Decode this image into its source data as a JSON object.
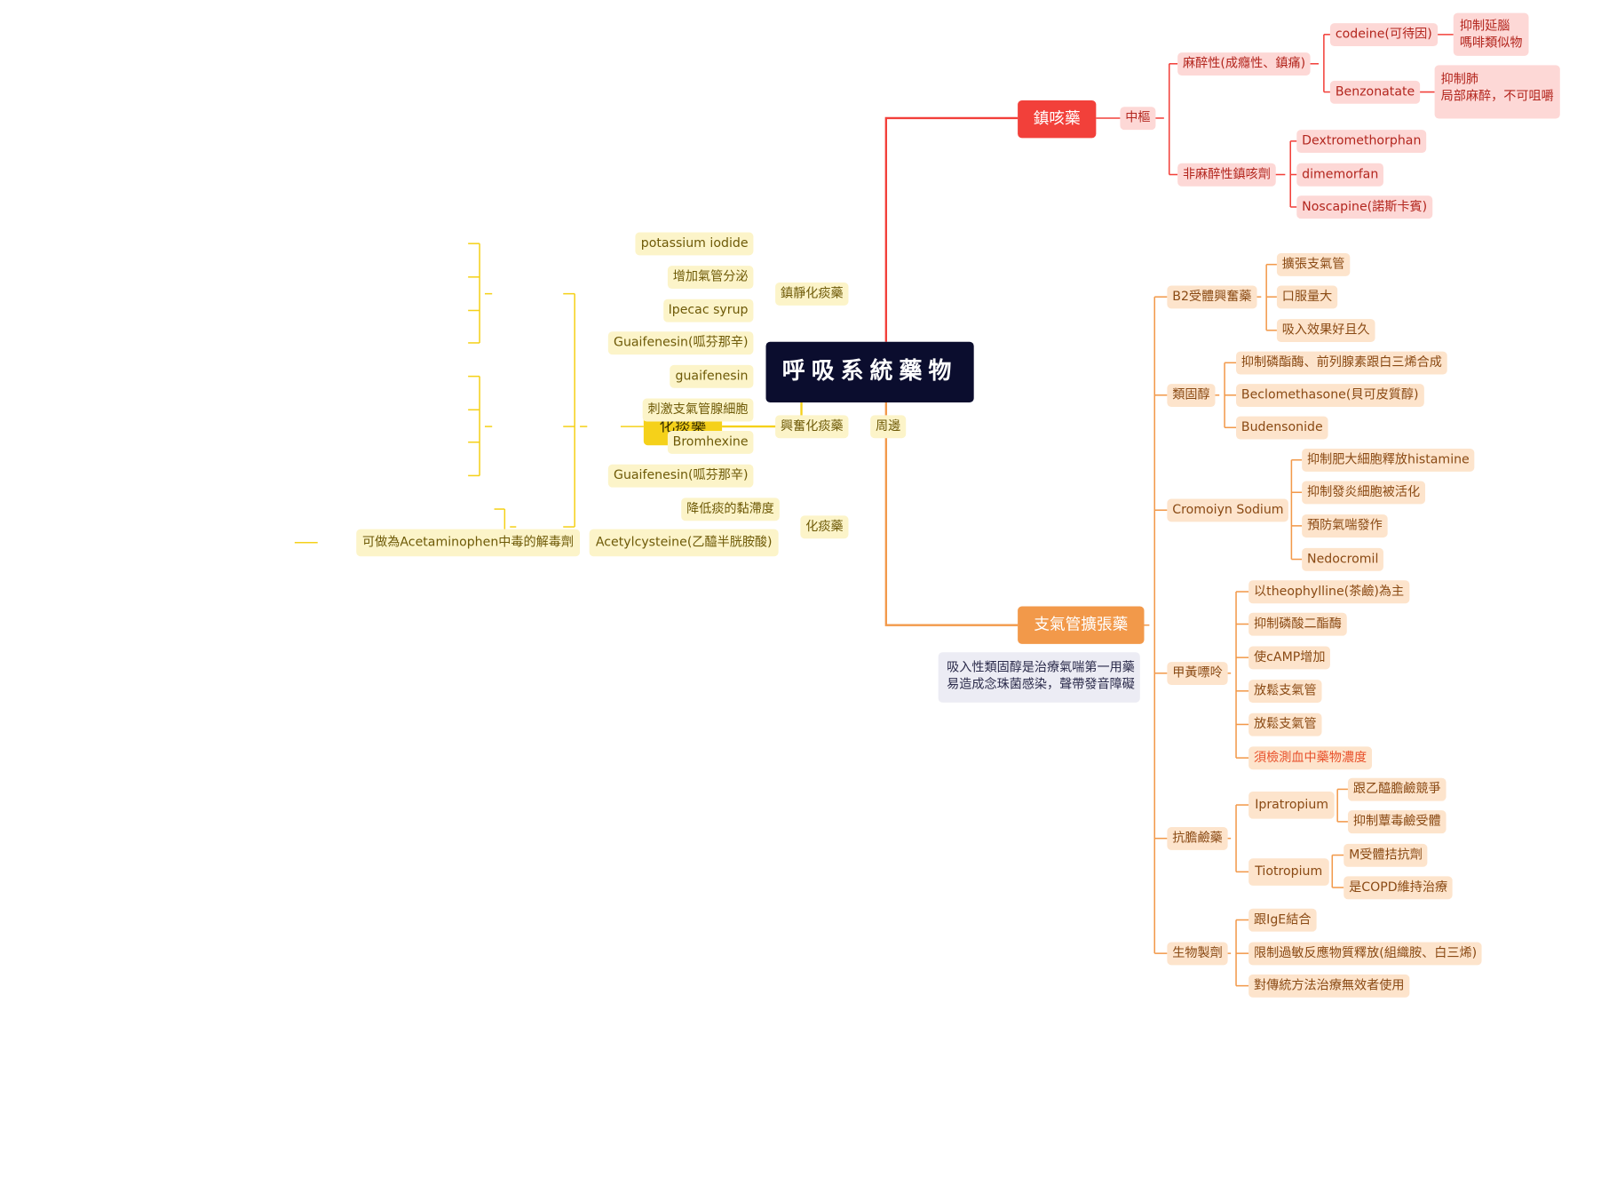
{
  "colors": {
    "red": "#f2403a",
    "orange": "#f2994a",
    "yellow": "#f5d11a",
    "root": "#0b0d2e",
    "highlight_text": "#e8502a"
  },
  "root": "呼吸系統藥物",
  "antitussive": {
    "title": "鎮咳藥",
    "central": "中樞",
    "narcotic": "麻醉性(成癮性、鎮痛)",
    "codeine": "codeine(可待因)",
    "codeine_note": [
      "抑制延腦",
      "嗎啡類似物"
    ],
    "benzonatate": "Benzonatate",
    "benzonatate_note": [
      "抑制肺",
      "局部麻醉，不可咀嚼"
    ],
    "non_narcotic": "非麻醉性鎮咳劑",
    "nn_items": [
      "Dextromethorphan",
      "dimemorfan",
      "Noscapine(諾斯卡賓)"
    ]
  },
  "bronchodilator": {
    "title": "支氣管擴張藥",
    "note": [
      "吸入性類固醇是治療氣喘第一用藥",
      "易造成念珠菌感染，聲帶發音障礙"
    ],
    "b2": {
      "label": "B2受體興奮藥",
      "items": [
        "擴張支氣管",
        "口服量大",
        "吸入效果好且久"
      ]
    },
    "steroid": {
      "label": "類固醇",
      "items": [
        "抑制磷酯酶、前列腺素跟白三烯合成",
        "Beclomethasone(貝可皮質醇)",
        "Budensonide"
      ]
    },
    "cromolyn": {
      "label": "Cromoiyn Sodium",
      "items": [
        "抑制肥大細胞釋放histamine",
        "抑制發炎細胞被活化",
        "預防氣喘發作",
        "Nedocromil"
      ]
    },
    "xanthine": {
      "label": "甲黃嘌呤",
      "items": [
        "以theophylline(茶鹼)為主",
        "抑制磷酸二酯酶",
        "使cAMP增加",
        "放鬆支氣管",
        "放鬆支氣管",
        "須檢測血中藥物濃度"
      ]
    },
    "anticholinergic": {
      "label": "抗膽鹼藥",
      "ipratropium": "Ipratropium",
      "ipratropium_items": [
        "跟乙醯膽鹼競爭",
        "抑制蕈毒鹼受體"
      ],
      "tiotropium": "Tiotropium",
      "tiotropium_items": [
        "M受體拮抗劑",
        "是COPD維持治療"
      ]
    },
    "biologic": {
      "label": "生物製劑",
      "items": [
        "跟IgE結合",
        "限制過敏反應物質釋放(組織胺、白三烯)",
        "對傳統方法治療無效者使用"
      ]
    }
  },
  "expectorant": {
    "title": "化痰藥",
    "peripheral": "周邊",
    "sedative": {
      "label": "鎮靜化痰藥",
      "items": [
        "potassium iodide",
        "增加氣管分泌",
        "Ipecac syrup",
        "Guaifenesin(呱芬那辛)"
      ]
    },
    "stimulant": {
      "label": "興奮化痰藥",
      "items": [
        "guaifenesin",
        "刺激支氣管腺細胞",
        "Bromhexine",
        "Guaifenesin(呱芬那辛)"
      ]
    },
    "mucolytic": {
      "label": "化痰藥",
      "items": [
        "降低痰的黏滯度",
        "Acetylcysteine(乙醯半胱胺酸)"
      ],
      "acetyl_note": "可做為Acetaminophen中毒的解毒劑"
    }
  }
}
